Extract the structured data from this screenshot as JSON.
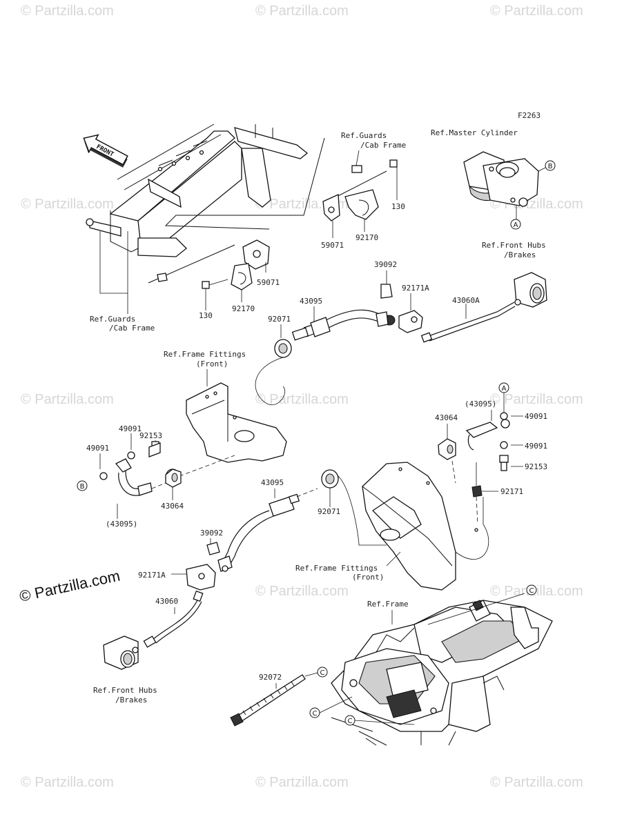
{
  "diagram_id": "F2263",
  "watermark": "© Partzilla.com",
  "watermark_large": "© Partzilla.com",
  "front_arrow_label": "FRONT",
  "callouts": {
    "A": "A",
    "B": "B",
    "C": "C"
  },
  "references": {
    "guards_top_1": "Ref.Guards",
    "guards_top_2": "/Cab Frame",
    "master_cylinder": "Ref.Master Cylinder",
    "front_hubs_top_1": "Ref.Front Hubs",
    "front_hubs_top_2": "/Brakes",
    "guards_left_1": "Ref.Guards",
    "guards_left_2": "/Cab Frame",
    "frame_fittings_left_1": "Ref.Frame Fittings",
    "frame_fittings_left_2": "(Front)",
    "frame_fittings_right_1": "Ref.Frame Fittings",
    "frame_fittings_right_2": "(Front)",
    "frame": "Ref.Frame",
    "front_hubs_bottom_1": "Ref.Front Hubs",
    "front_hubs_bottom_2": "/Brakes"
  },
  "parts": {
    "p130_top": "130",
    "p59071_top": "59071",
    "p92170_top": "92170",
    "p59071_mid": "59071",
    "p92170_mid": "92170",
    "p130_mid": "130",
    "p39092_top": "39092",
    "p92171A_top": "92171A",
    "p43060A": "43060A",
    "p43095_top": "43095",
    "p92071_top": "92071",
    "p92153_left": "92153",
    "p49091_left_a": "49091",
    "p49091_left_b": "49091",
    "p43095_left_paren": "(43095)",
    "p43064_left": "43064",
    "p43095_mid": "43095",
    "p92071_mid": "92071",
    "p39092_mid": "39092",
    "p92171A_mid": "92171A",
    "p43060": "43060",
    "p43095_right_paren": "(43095)",
    "p43064_right": "43064",
    "p49091_right_a": "49091",
    "p49091_right_b": "49091",
    "p92153_right": "92153",
    "p92171_right": "92171",
    "p92072": "92072"
  }
}
